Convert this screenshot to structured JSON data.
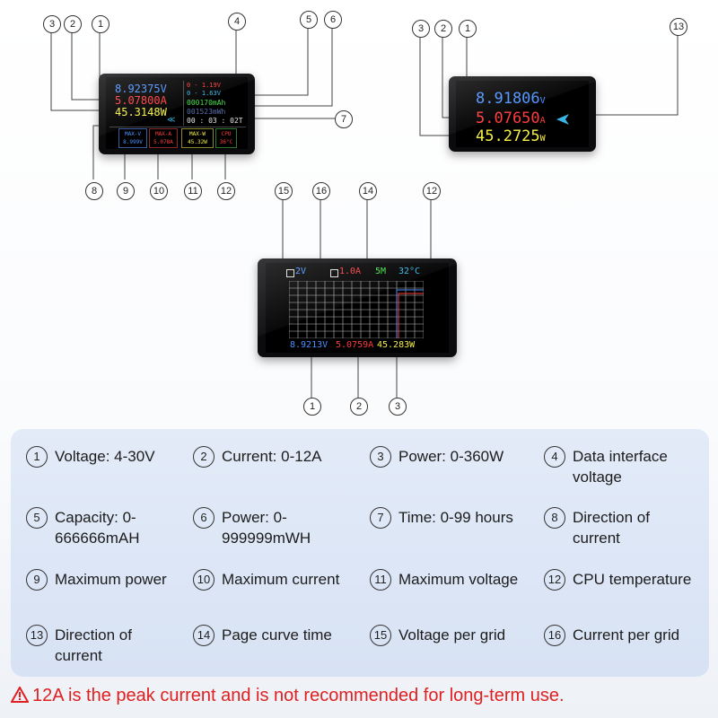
{
  "device1": {
    "voltage": "8.92375V",
    "current": "5.07800A",
    "power": "45.3148W",
    "dp_voltage": "0 - 1.19V",
    "dm_voltage": "0 - 1.63V",
    "capacity": "000170mAh",
    "energy": "001523mWh",
    "time": "00 : 03 : 02T",
    "arrows": "≪",
    "boxes": [
      {
        "label": "MAX-V",
        "value": "8.999V"
      },
      {
        "label": "MAX-A",
        "value": "5.078A"
      },
      {
        "label": "MAX-W",
        "value": "45.32W"
      },
      {
        "label": "CPU",
        "value": "36°C"
      }
    ]
  },
  "device2": {
    "voltage": "8.91806",
    "voltage_unit": "V",
    "current": "5.07650",
    "current_unit": "A",
    "power": "45.2725",
    "power_unit": "W"
  },
  "device3": {
    "volt_per_grid": "2V",
    "amp_per_grid": "1.0A",
    "curve_time": "5M",
    "temperature": "32°C",
    "voltage": "8.9213V",
    "current": "5.0759A",
    "power": "45.283W"
  },
  "callouts": {
    "d1_top": [
      "3",
      "2",
      "1",
      "4",
      "5",
      "6"
    ],
    "d1_right": "7",
    "d1_bottom": [
      "8",
      "9",
      "10",
      "11",
      "12"
    ],
    "d2_top": [
      "3",
      "2",
      "1",
      "13"
    ],
    "d3_top": [
      "15",
      "16",
      "14",
      "12"
    ],
    "d3_bottom": [
      "1",
      "2",
      "3"
    ]
  },
  "legend": [
    {
      "num": "1",
      "text": "Voltage: 4-30V"
    },
    {
      "num": "2",
      "text": "Current: 0-12A"
    },
    {
      "num": "3",
      "text": "Power: 0-360W"
    },
    {
      "num": "4",
      "text": "Data interface voltage"
    },
    {
      "num": "5",
      "text": "Capacity: 0-666666mAH"
    },
    {
      "num": "6",
      "text": "Power: 0-999999mWH"
    },
    {
      "num": "7",
      "text": "Time: 0-99 hours"
    },
    {
      "num": "8",
      "text": "Direction of current"
    },
    {
      "num": "9",
      "text": "Maximum power"
    },
    {
      "num": "10",
      "text": "Maximum current"
    },
    {
      "num": "11",
      "text": "Maximum voltage"
    },
    {
      "num": "12",
      "text": "CPU temperature"
    },
    {
      "num": "13",
      "text": "Direction of current"
    },
    {
      "num": "14",
      "text": "Page curve time"
    },
    {
      "num": "15",
      "text": "Voltage per grid"
    },
    {
      "num": "16",
      "text": "Current per grid"
    }
  ],
  "warning": {
    "icon": "warning-triangle-icon",
    "text": "12A is the peak current and is not recommended for long-term use."
  },
  "colors": {
    "voltage": "#4a90ff",
    "current": "#ff3b3b",
    "power": "#f5ef45",
    "capacity": "#46e04a",
    "warning": "#e02020",
    "panel": "#dde6f6"
  }
}
